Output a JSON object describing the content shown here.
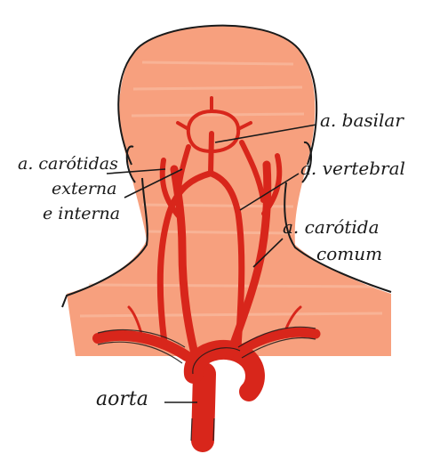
{
  "diagram": {
    "labels": {
      "basilar": "a. basilar",
      "carotid_ext_int_1": "a. carótidas",
      "carotid_ext_int_2": "externa",
      "carotid_ext_int_3": "e interna",
      "vertebral": "a. vertebral",
      "common_carotid_1": "a. carótida",
      "common_carotid_2": "comum",
      "aorta": "aorta"
    },
    "colors": {
      "skin": "#f7a07e",
      "skin_light": "#f9c1a6",
      "artery": "#d8261b",
      "artery_dark": "#b81a12",
      "outline": "#1a1a1a",
      "background": "#ffffff"
    }
  }
}
